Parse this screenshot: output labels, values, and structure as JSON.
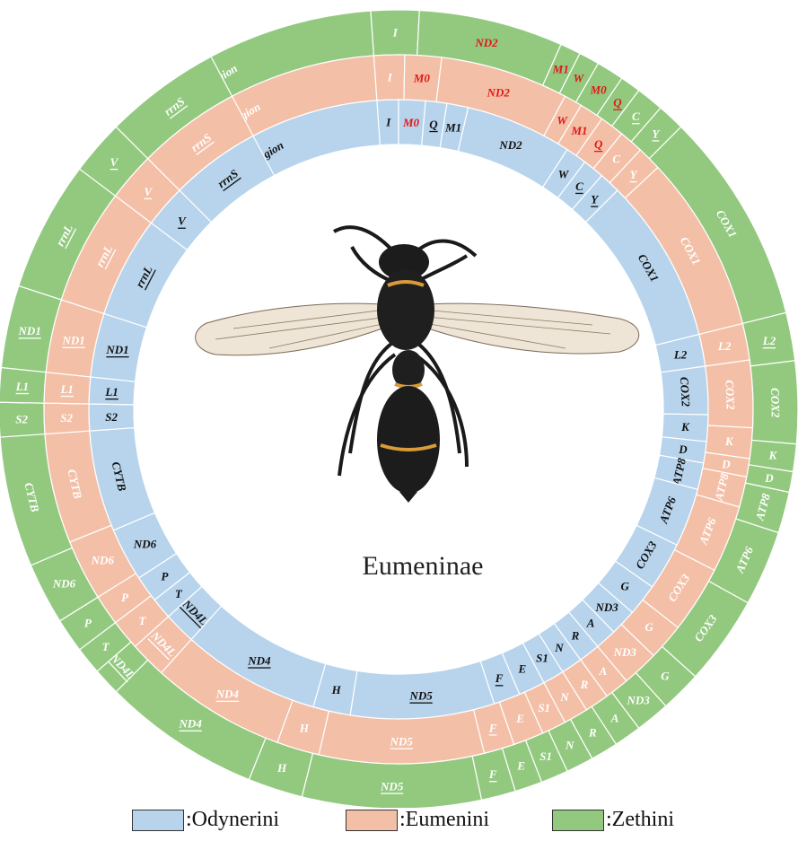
{
  "center_title": "Eumeninae",
  "rings": [
    {
      "tribe": "Zethini",
      "color": "#92c97f",
      "text_color": "#ffffff",
      "genes": [
        {
          "label": "Control Region",
          "start": -58,
          "end": -4
        },
        {
          "label": "I",
          "start": -4,
          "end": 3
        },
        {
          "label": "ND2",
          "start": 3,
          "end": 24,
          "red": true
        },
        {
          "label": "M1",
          "start": 24,
          "end": 27,
          "red": true
        },
        {
          "label": "W",
          "start": 27,
          "end": 30,
          "red": true
        },
        {
          "label": "M0",
          "start": 30,
          "end": 34,
          "red": true
        },
        {
          "label": "Q",
          "start": 34,
          "end": 37,
          "red": true,
          "u": true
        },
        {
          "label": "C",
          "start": 37,
          "end": 41,
          "u": true
        },
        {
          "label": "Y",
          "start": 41,
          "end": 45,
          "u": true
        },
        {
          "label": "COX1",
          "start": 45,
          "end": 76
        },
        {
          "label": "L2",
          "start": 76,
          "end": 83,
          "u": true
        },
        {
          "label": "COX2",
          "start": 83,
          "end": 95
        },
        {
          "label": "K",
          "start": 95,
          "end": 99
        },
        {
          "label": "D",
          "start": 99,
          "end": 102
        },
        {
          "label": "ATP8",
          "start": 102,
          "end": 108
        },
        {
          "label": "ATP6",
          "start": 108,
          "end": 119
        },
        {
          "label": "COX3",
          "start": 119,
          "end": 132
        },
        {
          "label": "G",
          "start": 132,
          "end": 138
        },
        {
          "label": "ND3",
          "start": 138,
          "end": 143
        },
        {
          "label": "A",
          "start": 143,
          "end": 147
        },
        {
          "label": "R",
          "start": 147,
          "end": 151
        },
        {
          "label": "N",
          "start": 151,
          "end": 155
        },
        {
          "label": "S1",
          "start": 155,
          "end": 159
        },
        {
          "label": "E",
          "start": 159,
          "end": 163
        },
        {
          "label": "F",
          "start": 163,
          "end": 168,
          "u": true
        },
        {
          "label": "ND5",
          "start": 168,
          "end": 194,
          "u": true
        },
        {
          "label": "H",
          "start": 194,
          "end": 202
        },
        {
          "label": "ND4",
          "start": 202,
          "end": 225,
          "u": true
        },
        {
          "label": "ND4L",
          "start": 225,
          "end": 229,
          "u": true
        },
        {
          "label": "T",
          "start": 229,
          "end": 233
        },
        {
          "label": "P",
          "start": 233,
          "end": 238
        },
        {
          "label": "ND6",
          "start": 238,
          "end": 247
        },
        {
          "label": "CYTB",
          "start": 247,
          "end": 266
        },
        {
          "label": "S2",
          "start": 266,
          "end": 271
        },
        {
          "label": "L1",
          "start": 271,
          "end": 276,
          "u": true
        },
        {
          "label": "ND1",
          "start": 276,
          "end": 288,
          "u": true
        },
        {
          "label": "rrnL",
          "start": 288,
          "end": 307,
          "u": true
        },
        {
          "label": "V",
          "start": 307,
          "end": 315,
          "u": true
        },
        {
          "label": "rrnS",
          "start": 315,
          "end": 332,
          "u": true
        }
      ]
    },
    {
      "tribe": "Eumenini",
      "color": "#f4bfa7",
      "text_color": "#ffffff",
      "genes": [
        {
          "label": "Control Region",
          "start": -58,
          "end": -4
        },
        {
          "label": "I",
          "start": -4,
          "end": 1
        },
        {
          "label": "M0",
          "start": 1,
          "end": 7,
          "red": true
        },
        {
          "label": "ND2",
          "start": 7,
          "end": 28,
          "red": true
        },
        {
          "label": "W",
          "start": 28,
          "end": 31,
          "red": true
        },
        {
          "label": "M1",
          "start": 31,
          "end": 35,
          "red": true
        },
        {
          "label": "Q",
          "start": 35,
          "end": 39,
          "red": true,
          "u": true
        },
        {
          "label": "C",
          "start": 39,
          "end": 43
        },
        {
          "label": "Y",
          "start": 43,
          "end": 47,
          "u": true
        },
        {
          "label": "COX1",
          "start": 47,
          "end": 76
        },
        {
          "label": "L2",
          "start": 76,
          "end": 82
        },
        {
          "label": "COX2",
          "start": 82,
          "end": 93
        },
        {
          "label": "K",
          "start": 93,
          "end": 98
        },
        {
          "label": "D",
          "start": 98,
          "end": 101
        },
        {
          "label": "ATP8",
          "start": 101,
          "end": 106
        },
        {
          "label": "ATP6",
          "start": 106,
          "end": 117
        },
        {
          "label": "COX3",
          "start": 117,
          "end": 128
        },
        {
          "label": "G",
          "start": 128,
          "end": 134
        },
        {
          "label": "ND3",
          "start": 134,
          "end": 140
        },
        {
          "label": "A",
          "start": 140,
          "end": 144
        },
        {
          "label": "R",
          "start": 144,
          "end": 148
        },
        {
          "label": "N",
          "start": 148,
          "end": 152
        },
        {
          "label": "S1",
          "start": 152,
          "end": 156
        },
        {
          "label": "E",
          "start": 156,
          "end": 161
        },
        {
          "label": "F",
          "start": 161,
          "end": 166,
          "u": true
        },
        {
          "label": "ND5",
          "start": 166,
          "end": 193,
          "u": true
        },
        {
          "label": "H",
          "start": 193,
          "end": 200
        },
        {
          "label": "ND4",
          "start": 200,
          "end": 222,
          "u": true
        },
        {
          "label": "ND4L",
          "start": 222,
          "end": 228,
          "u": true
        },
        {
          "label": "T",
          "start": 228,
          "end": 233
        },
        {
          "label": "P",
          "start": 233,
          "end": 238
        },
        {
          "label": "ND6",
          "start": 238,
          "end": 248
        },
        {
          "label": "CYTB",
          "start": 248,
          "end": 266
        },
        {
          "label": "S2",
          "start": 266,
          "end": 271
        },
        {
          "label": "L1",
          "start": 271,
          "end": 276,
          "u": true
        },
        {
          "label": "ND1",
          "start": 276,
          "end": 288,
          "u": true
        },
        {
          "label": "rrnL",
          "start": 288,
          "end": 307,
          "u": true
        },
        {
          "label": "V",
          "start": 307,
          "end": 315,
          "u": true
        },
        {
          "label": "rrnS",
          "start": 315,
          "end": 332,
          "u": true
        }
      ]
    },
    {
      "tribe": "Odynerini",
      "color": "#b7d4ec",
      "text_color": "#111111",
      "genes": [
        {
          "label": "Control Region",
          "start": -58,
          "end": -4
        },
        {
          "label": "I",
          "start": -4,
          "end": 0
        },
        {
          "label": "M0",
          "start": 0,
          "end": 5,
          "red": true
        },
        {
          "label": "Q",
          "start": 5,
          "end": 9,
          "u": true
        },
        {
          "label": "M1",
          "start": 9,
          "end": 13
        },
        {
          "label": "ND2",
          "start": 13,
          "end": 33
        },
        {
          "label": "W",
          "start": 33,
          "end": 37
        },
        {
          "label": "C",
          "start": 37,
          "end": 41,
          "u": true
        },
        {
          "label": "Y",
          "start": 41,
          "end": 45,
          "u": true
        },
        {
          "label": "COX1",
          "start": 45,
          "end": 76
        },
        {
          "label": "L2",
          "start": 76,
          "end": 82
        },
        {
          "label": "COX2",
          "start": 82,
          "end": 91
        },
        {
          "label": "K",
          "start": 91,
          "end": 96
        },
        {
          "label": "D",
          "start": 96,
          "end": 100
        },
        {
          "label": "ATP8",
          "start": 100,
          "end": 105
        },
        {
          "label": "ATP6",
          "start": 105,
          "end": 116
        },
        {
          "label": "COX3",
          "start": 116,
          "end": 125
        },
        {
          "label": "G",
          "start": 125,
          "end": 131
        },
        {
          "label": "ND3",
          "start": 131,
          "end": 136
        },
        {
          "label": "A",
          "start": 136,
          "end": 140
        },
        {
          "label": "R",
          "start": 140,
          "end": 144
        },
        {
          "label": "N",
          "start": 144,
          "end": 148
        },
        {
          "label": "S1",
          "start": 148,
          "end": 152
        },
        {
          "label": "E",
          "start": 152,
          "end": 157
        },
        {
          "label": "F",
          "start": 157,
          "end": 162,
          "u": true
        },
        {
          "label": "ND5",
          "start": 162,
          "end": 189,
          "u": true
        },
        {
          "label": "H",
          "start": 189,
          "end": 196
        },
        {
          "label": "ND4",
          "start": 196,
          "end": 222,
          "u": true
        },
        {
          "label": "ND4L",
          "start": 222,
          "end": 228,
          "u": true
        },
        {
          "label": "T",
          "start": 228,
          "end": 232
        },
        {
          "label": "P",
          "start": 232,
          "end": 237
        },
        {
          "label": "ND6",
          "start": 237,
          "end": 247
        },
        {
          "label": "CYTB",
          "start": 247,
          "end": 266
        },
        {
          "label": "S2",
          "start": 266,
          "end": 271
        },
        {
          "label": "L1",
          "start": 271,
          "end": 276,
          "u": true
        },
        {
          "label": "ND1",
          "start": 276,
          "end": 288,
          "u": true
        },
        {
          "label": "rrnL",
          "start": 288,
          "end": 307,
          "u": true
        },
        {
          "label": "V",
          "start": 307,
          "end": 315,
          "u": true
        },
        {
          "label": "rrnS",
          "start": 315,
          "end": 332,
          "u": true
        }
      ]
    }
  ],
  "legend": [
    {
      "label": ":Odynerini",
      "color": "#b7d4ec"
    },
    {
      "label": ":Eumenini",
      "color": "#f4bfa7"
    },
    {
      "label": ":Zethini",
      "color": "#92c97f"
    }
  ]
}
